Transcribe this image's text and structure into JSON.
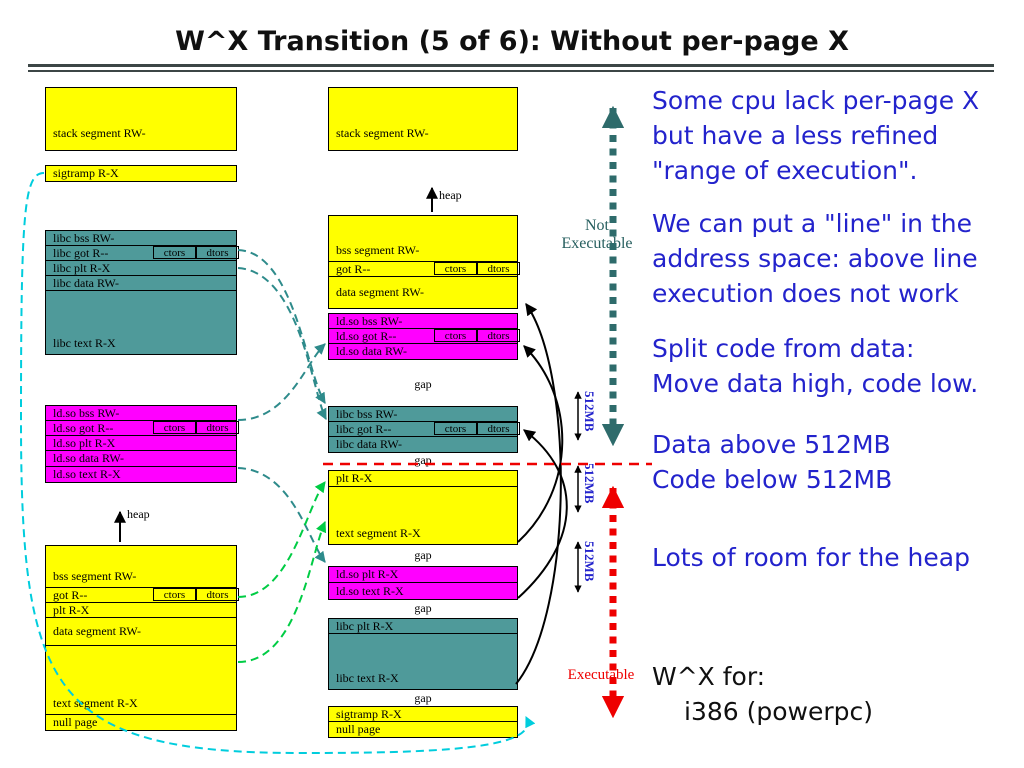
{
  "title": "W^X Transition (5 of 6): Without per-page X",
  "colors": {
    "box_yellow": "#ffff00",
    "box_teal": "#4f9a9a",
    "box_magenta": "#ff00ff",
    "note_blue": "#2323cc",
    "arrow_red": "#ee0000",
    "arrow_dark_teal": "#2e6b6b",
    "connector_teal": "#2e8b8b",
    "connector_green": "#00cc44",
    "connector_cyan": "#00cddd"
  },
  "labels": {
    "heap": "heap",
    "gap": "gap",
    "ctors": "ctors",
    "dtors": "dtors",
    "not_line1": "Not",
    "not_line2": "Executable",
    "executable": "Executable",
    "size_512": "512MB"
  },
  "left": {
    "stack": "stack segment RW-",
    "sigtramp": "sigtramp R-X",
    "libc_bss": "libc bss RW-",
    "libc_got": "libc got R--",
    "libc_plt": "libc plt R-X",
    "libc_data": "libc data RW-",
    "libc_text": "libc text R-X",
    "ldso_bss": "ld.so bss RW-",
    "ldso_got": "ld.so got R--",
    "ldso_plt": "ld.so plt R-X",
    "ldso_data": "ld.so data RW-",
    "ldso_text": "ld.so text R-X",
    "bss": "bss segment RW-",
    "got": "got R--",
    "plt": "plt R-X",
    "data": "data segment RW-",
    "text": "text segment R-X",
    "null_page": "null page"
  },
  "mid": {
    "stack": "stack segment RW-",
    "bss": "bss segment RW-",
    "got": "got R--",
    "data": "data segment RW-",
    "ldso_bss": "ld.so bss RW-",
    "ldso_got": "ld.so got R--",
    "ldso_data": "ld.so data RW-",
    "libc_bss": "libc bss RW-",
    "libc_got": "libc got R--",
    "libc_data": "libc data RW-",
    "plt": "plt R-X",
    "text": "text segment R-X",
    "ldso_plt": "ld.so plt R-X",
    "ldso_text": "ld.so text R-X",
    "libc_plt": "libc plt R-X",
    "libc_text": "libc text R-X",
    "sigtramp": "sigtramp R-X",
    "null_page": "null page"
  },
  "notes": {
    "p1l1": "Some cpu lack per-page X",
    "p1l2": "but have a less refined",
    "p1l3": "\"range of execution\".",
    "p2l1": "We can put a \"line\" in the",
    "p2l2": "address space: above line",
    "p2l3": "execution does not work",
    "p3l1": "Split code from data:",
    "p3l2": "Move data high, code low.",
    "p4l1": "Data above 512MB",
    "p4l2": "Code below 512MB",
    "p5l1": "Lots of room for the heap",
    "p6l1": "W^X for:",
    "p6l2": "i386  (powerpc)"
  }
}
